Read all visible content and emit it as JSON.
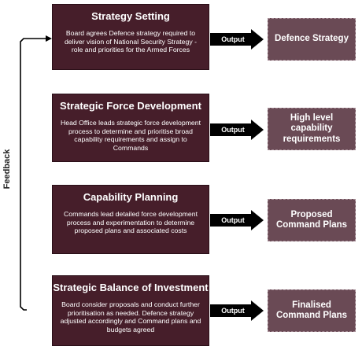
{
  "feedback_label": "Feedback",
  "output_label": "Output",
  "colors": {
    "stage_fill": "#461e2a",
    "result_fill": "#6a4a55",
    "arrow": "#000000"
  },
  "stages": [
    {
      "title": "Strategy Setting",
      "description": "Board agrees Defence strategy required to deliver vision of National Security Strategy - role and priorities for the Armed Forces",
      "output": "Defence Strategy"
    },
    {
      "title": "Strategic Force Development",
      "description": "Head Office leads strategic force development process to determine and prioritise broad capability requirements and assign to Commands",
      "output": "High level capability requirements"
    },
    {
      "title": "Capability Planning",
      "description": "Commands lead detailed force development process and experimentation to determine proposed plans and associated costs",
      "output": "Proposed Command Plans"
    },
    {
      "title": "Strategic Balance of Investment",
      "description": "Board consider proposals and conduct further prioritisation as needed. Defence strategy adjusted accordingly and Command plans and budgets agreed",
      "output": "Finalised Command Plans"
    }
  ]
}
